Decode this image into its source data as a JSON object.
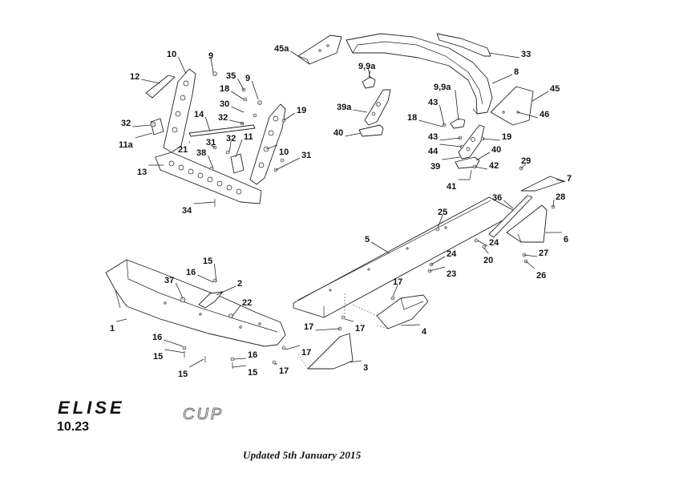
{
  "brand": {
    "model": "ELISE",
    "variant": "CUP"
  },
  "page_number": "10.23",
  "updated_text": "Updated 5th January 2015",
  "callouts": [
    {
      "id": "c45a",
      "label": "45a"
    },
    {
      "id": "c33",
      "label": "33"
    },
    {
      "id": "c8",
      "label": "8"
    },
    {
      "id": "c45",
      "label": "45"
    },
    {
      "id": "c46",
      "label": "46"
    },
    {
      "id": "c99a_l",
      "label": "9,9a"
    },
    {
      "id": "c39a",
      "label": "39a"
    },
    {
      "id": "c40_l",
      "label": "40"
    },
    {
      "id": "c99a_r",
      "label": "9,9a"
    },
    {
      "id": "c43a",
      "label": "43"
    },
    {
      "id": "c18_r",
      "label": "18"
    },
    {
      "id": "c43b",
      "label": "43"
    },
    {
      "id": "c44",
      "label": "44"
    },
    {
      "id": "c19_r",
      "label": "19"
    },
    {
      "id": "c40_r",
      "label": "40"
    },
    {
      "id": "c39",
      "label": "39"
    },
    {
      "id": "c42",
      "label": "42"
    },
    {
      "id": "c41",
      "label": "41"
    },
    {
      "id": "c29",
      "label": "29"
    },
    {
      "id": "c7",
      "label": "7"
    },
    {
      "id": "c36",
      "label": "36"
    },
    {
      "id": "c28",
      "label": "28"
    },
    {
      "id": "c6",
      "label": "6"
    },
    {
      "id": "c10_top",
      "label": "10"
    },
    {
      "id": "c9_a",
      "label": "9"
    },
    {
      "id": "c12",
      "label": "12"
    },
    {
      "id": "c35",
      "label": "35"
    },
    {
      "id": "c9_b",
      "label": "9"
    },
    {
      "id": "c18_l",
      "label": "18"
    },
    {
      "id": "c30",
      "label": "30"
    },
    {
      "id": "c32_a",
      "label": "32"
    },
    {
      "id": "c32_b",
      "label": "32"
    },
    {
      "id": "c14",
      "label": "14"
    },
    {
      "id": "c19_l",
      "label": "19"
    },
    {
      "id": "c11a",
      "label": "11a"
    },
    {
      "id": "c21",
      "label": "21"
    },
    {
      "id": "c31_a",
      "label": "31"
    },
    {
      "id": "c32_c",
      "label": "32"
    },
    {
      "id": "c11",
      "label": "11"
    },
    {
      "id": "c10_b",
      "label": "10"
    },
    {
      "id": "c31_b",
      "label": "31"
    },
    {
      "id": "c38",
      "label": "38"
    },
    {
      "id": "c13",
      "label": "13"
    },
    {
      "id": "c34",
      "label": "34"
    },
    {
      "id": "c25",
      "label": "25"
    },
    {
      "id": "c5",
      "label": "5"
    },
    {
      "id": "c24_a",
      "label": "24"
    },
    {
      "id": "c20",
      "label": "20"
    },
    {
      "id": "c24_b",
      "label": "24"
    },
    {
      "id": "c27",
      "label": "27"
    },
    {
      "id": "c23",
      "label": "23"
    },
    {
      "id": "c26",
      "label": "26"
    },
    {
      "id": "c15_a",
      "label": "15"
    },
    {
      "id": "c16_a",
      "label": "16"
    },
    {
      "id": "c2",
      "label": "2"
    },
    {
      "id": "c37",
      "label": "37"
    },
    {
      "id": "c22",
      "label": "22"
    },
    {
      "id": "c17_a",
      "label": "17"
    },
    {
      "id": "c1",
      "label": "1"
    },
    {
      "id": "c17_b",
      "label": "17"
    },
    {
      "id": "c17_c",
      "label": "17"
    },
    {
      "id": "c4",
      "label": "4"
    },
    {
      "id": "c16_b",
      "label": "16"
    },
    {
      "id": "c15_b",
      "label": "15"
    },
    {
      "id": "c15_c",
      "label": "15"
    },
    {
      "id": "c17_d",
      "label": "17"
    },
    {
      "id": "c16_c",
      "label": "16"
    },
    {
      "id": "c15_d",
      "label": "15"
    },
    {
      "id": "c17_e",
      "label": "17"
    },
    {
      "id": "c3",
      "label": "3"
    }
  ]
}
